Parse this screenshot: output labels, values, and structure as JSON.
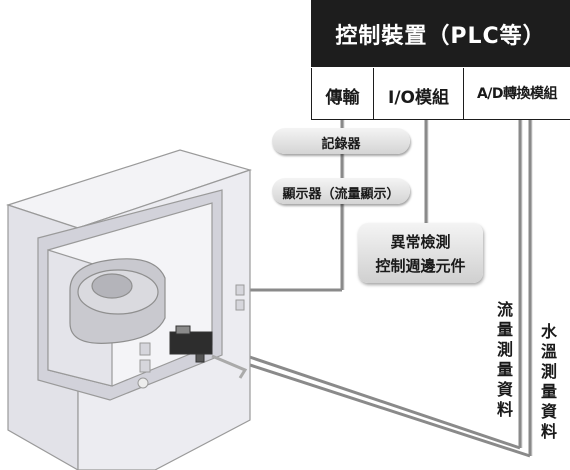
{
  "controller": {
    "title": "控制裝置（PLC等）",
    "modules": [
      "傳輸",
      "I/O模組",
      "A/D轉換模組"
    ]
  },
  "devices": {
    "recorder": "記錄器",
    "display": "顯示器（流量顯示）",
    "peripheral_line1": "異常檢測",
    "peripheral_line2": "控制週邊元件"
  },
  "signals": {
    "flow": "流量測量資料",
    "water_temp": "水溫測量資料"
  },
  "colors": {
    "header_bg": "#1d1d1d",
    "line": "#8a8a8a",
    "machine_face": "#e9e9ee"
  }
}
